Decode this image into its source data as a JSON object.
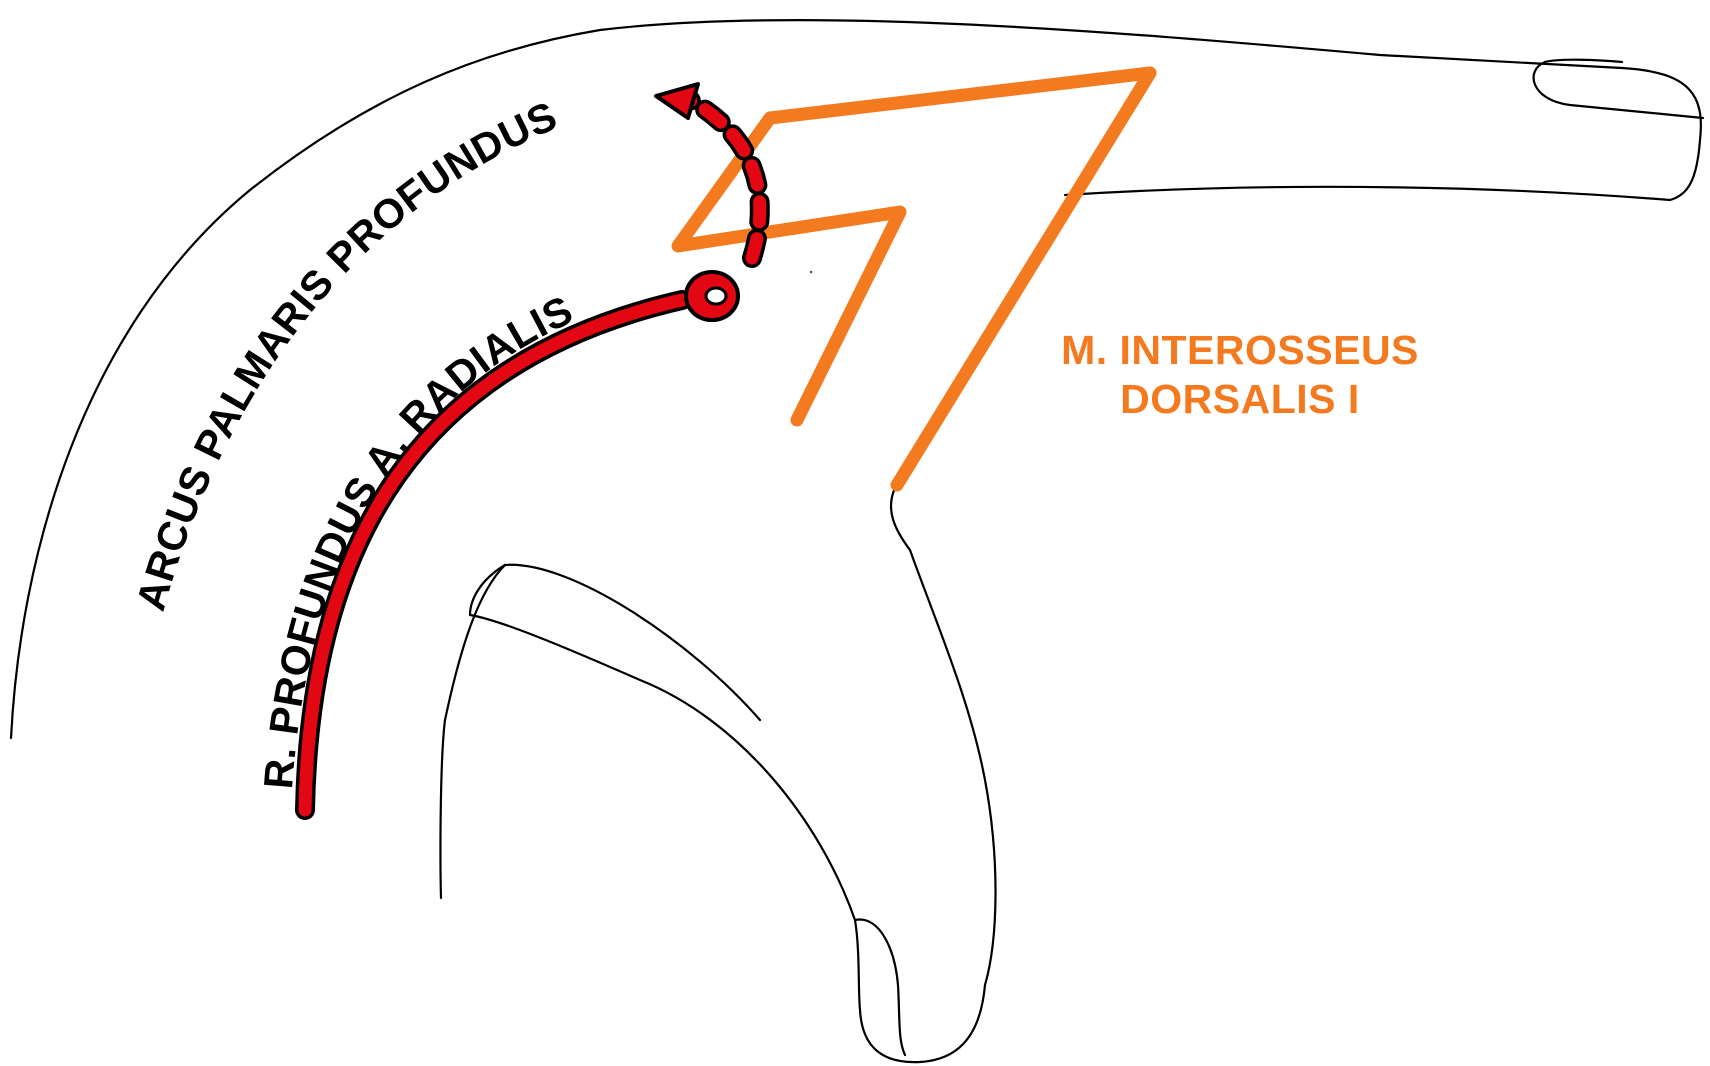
{
  "labels": {
    "arcus": "ARCUS PALMARIS PROFUNDUS",
    "ramus": "R. PROFUNDUS A. RADIALIS",
    "muscle_line1": "M. INTEROSSEUS",
    "muscle_line2": "DORSALIS I"
  },
  "colors": {
    "outline": "#000000",
    "artery": "#e30613",
    "muscle": "#f47a1f"
  }
}
